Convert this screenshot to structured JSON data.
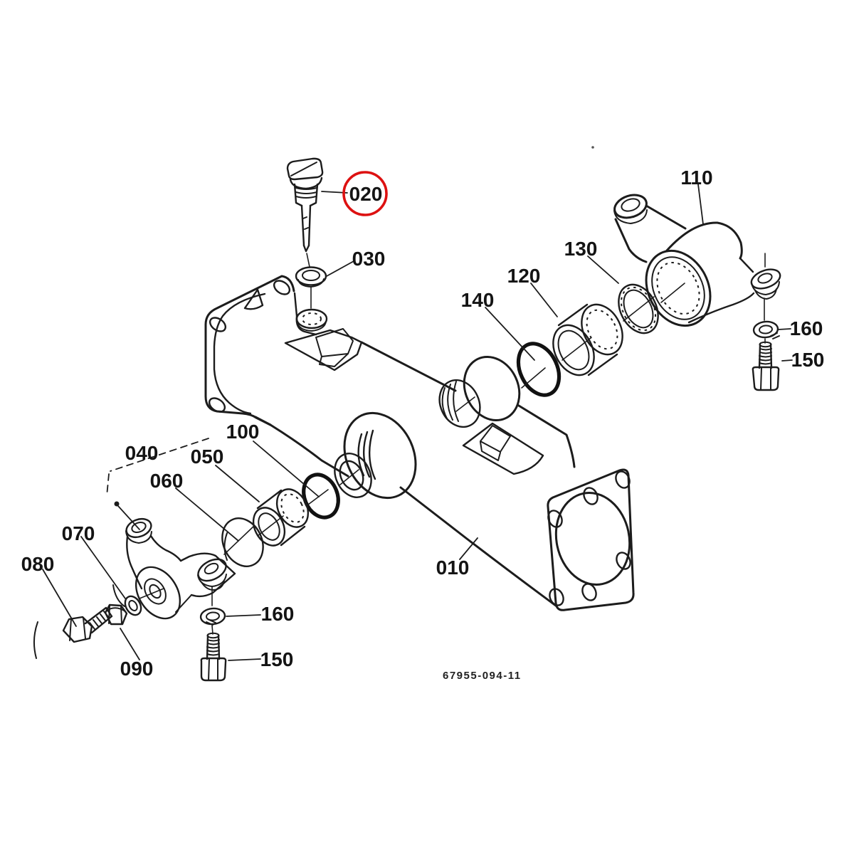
{
  "figure": {
    "type": "exploded-parts-diagram",
    "drawing_number": "67955-094-11",
    "highlight_color": "#dd1111",
    "line_color": "#1c1c1c",
    "background_color": "#ffffff",
    "highlighted_callout": "020"
  },
  "callouts": [
    {
      "id": "010",
      "label": "010"
    },
    {
      "id": "020",
      "label": "020",
      "highlighted": true
    },
    {
      "id": "030",
      "label": "030"
    },
    {
      "id": "040",
      "label": "040"
    },
    {
      "id": "050",
      "label": "050"
    },
    {
      "id": "060",
      "label": "060"
    },
    {
      "id": "070",
      "label": "070"
    },
    {
      "id": "080",
      "label": "080"
    },
    {
      "id": "090",
      "label": "090"
    },
    {
      "id": "100",
      "label": "100"
    },
    {
      "id": "110",
      "label": "110"
    },
    {
      "id": "120",
      "label": "120"
    },
    {
      "id": "130",
      "label": "130"
    },
    {
      "id": "140",
      "label": "140"
    },
    {
      "id": "150-left",
      "label": "150"
    },
    {
      "id": "150-right",
      "label": "150"
    },
    {
      "id": "160-left",
      "label": "160"
    },
    {
      "id": "160-right",
      "label": "160"
    }
  ]
}
